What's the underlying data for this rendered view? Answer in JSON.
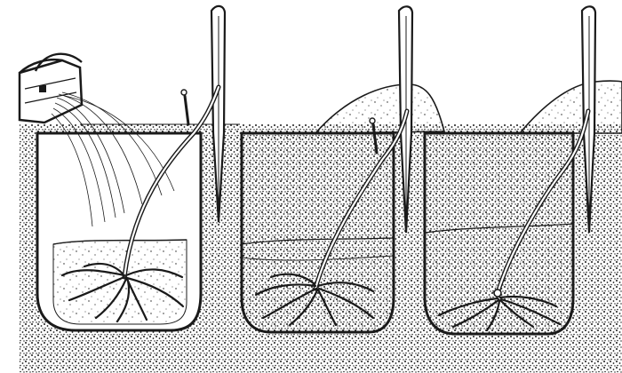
{
  "illustration": {
    "panels": [
      {
        "id": "panel-1",
        "step": "watering",
        "has_bucket": true,
        "has_water_stream": true,
        "soil_fill": "low"
      },
      {
        "id": "panel-2",
        "step": "half-filled",
        "has_bucket": false,
        "has_water_stream": false,
        "soil_fill": "high"
      },
      {
        "id": "panel-3",
        "step": "filled",
        "has_bucket": false,
        "has_water_stream": false,
        "soil_fill": "high"
      }
    ],
    "colors": {
      "ink": "#1a1a1a",
      "paper": "#ffffff",
      "soil": "#4a4a4a"
    }
  }
}
